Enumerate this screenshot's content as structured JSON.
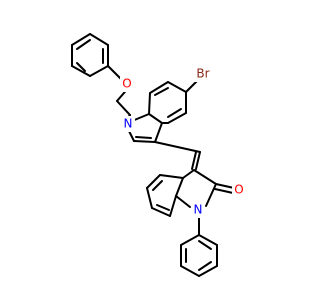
{
  "diagram": {
    "atom_labels": {
      "bromine": "Br",
      "ether_oxygen": "O",
      "carbonyl_oxygen": "O",
      "indole_nitrogen": "N",
      "oxindole_nitrogen": "N"
    },
    "colors": {
      "bond": "#000000",
      "bromine": "#8b2b1a",
      "oxygen": "#ff0000",
      "nitrogen": "#0000ff"
    }
  }
}
